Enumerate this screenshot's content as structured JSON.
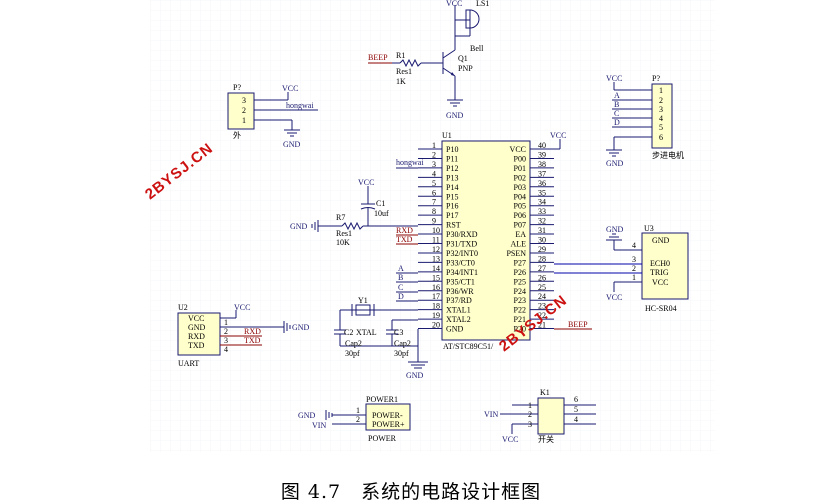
{
  "caption": {
    "figure_no": "图 4.7",
    "title": "系统的电路设计框图"
  },
  "watermark": "2BYSJ.CN",
  "power": {
    "vcc": "VCC",
    "gnd": "GND",
    "vin": "VIN"
  },
  "buzzer": {
    "ref": "LS1",
    "name": "Bell"
  },
  "transistor": {
    "ref": "Q1",
    "type": "PNP"
  },
  "resistor_r1": {
    "ref": "R1",
    "name": "Res1",
    "value": "1K"
  },
  "beep_net": "BEEP",
  "p_ir": {
    "ref": "P?",
    "pins": [
      "3",
      "2",
      "1"
    ],
    "net": "hongwai",
    "label": "外"
  },
  "p_motor": {
    "ref": "P?",
    "pins": [
      "1",
      "2",
      "3",
      "4",
      "5",
      "6"
    ],
    "nets": [
      "A",
      "B",
      "C",
      "D"
    ],
    "label": "步进电机"
  },
  "mcu": {
    "ref": "U1",
    "name": "AT/STC89C51/",
    "left_pins": [
      {
        "num": "1",
        "name": "P10"
      },
      {
        "num": "2",
        "name": "P11"
      },
      {
        "num": "3",
        "name": "P12"
      },
      {
        "num": "4",
        "name": "P13"
      },
      {
        "num": "5",
        "name": "P14"
      },
      {
        "num": "6",
        "name": "P15"
      },
      {
        "num": "7",
        "name": "P16"
      },
      {
        "num": "8",
        "name": "P17"
      },
      {
        "num": "9",
        "name": "RST"
      },
      {
        "num": "10",
        "name": "P30/RXD"
      },
      {
        "num": "11",
        "name": "P31/TXD"
      },
      {
        "num": "12",
        "name": "P32/INT0"
      },
      {
        "num": "13",
        "name": "P33/CT0"
      },
      {
        "num": "14",
        "name": "P34/INT1"
      },
      {
        "num": "15",
        "name": "P35/CT1"
      },
      {
        "num": "16",
        "name": "P36/WR"
      },
      {
        "num": "17",
        "name": "P37/RD"
      },
      {
        "num": "18",
        "name": "XTAL1"
      },
      {
        "num": "19",
        "name": "XTAL2"
      },
      {
        "num": "20",
        "name": "GND"
      }
    ],
    "right_pins": [
      {
        "num": "40",
        "name": "VCC"
      },
      {
        "num": "39",
        "name": "P00"
      },
      {
        "num": "38",
        "name": "P01"
      },
      {
        "num": "37",
        "name": "P02"
      },
      {
        "num": "36",
        "name": "P03"
      },
      {
        "num": "35",
        "name": "P04"
      },
      {
        "num": "34",
        "name": "P05"
      },
      {
        "num": "33",
        "name": "P06"
      },
      {
        "num": "32",
        "name": "P07"
      },
      {
        "num": "31",
        "name": "EA"
      },
      {
        "num": "30",
        "name": "ALE"
      },
      {
        "num": "29",
        "name": "PSEN"
      },
      {
        "num": "28",
        "name": "P27"
      },
      {
        "num": "27",
        "name": "P26"
      },
      {
        "num": "26",
        "name": "P25"
      },
      {
        "num": "25",
        "name": "P24"
      },
      {
        "num": "24",
        "name": "P23"
      },
      {
        "num": "23",
        "name": "P22"
      },
      {
        "num": "22",
        "name": "P21"
      },
      {
        "num": "21",
        "name": "P20"
      }
    ],
    "left_nets": {
      "p12": "hongwai",
      "rxd": "RXD",
      "txd": "TXD",
      "a": "A",
      "b": "B",
      "c": "C",
      "d": "D"
    }
  },
  "reset": {
    "cap_ref": "C1",
    "cap_value": "10uf",
    "res_ref": "R7",
    "res_name": "Res1",
    "res_value": "10K"
  },
  "crystal": {
    "ref": "Y1",
    "name": "XTAL",
    "c2_ref": "C2",
    "c3_ref": "C3",
    "cap_name": "Cap2",
    "cap_value": "30pf"
  },
  "ultrasonic": {
    "ref": "U3",
    "name": "HC-SR04",
    "pins": [
      "4",
      "3",
      "2",
      "1"
    ],
    "labels": [
      "GND",
      "ECH0",
      "TRIG",
      "VCC"
    ]
  },
  "uart": {
    "ref": "U2",
    "name": "UART",
    "pins": [
      "1",
      "2",
      "3",
      "4"
    ],
    "labels": [
      "VCC",
      "GND",
      "RXD",
      "TXD"
    ]
  },
  "power_conn": {
    "ref": "POWER1",
    "name": "POWER",
    "pins": [
      "1",
      "2"
    ],
    "labels": [
      "POWER-",
      "POWER+"
    ]
  },
  "switch": {
    "ref": "K1",
    "label": "开关",
    "left_pins": [
      "1",
      "2",
      "3"
    ],
    "right_pins": [
      "6",
      "5",
      "4"
    ]
  }
}
